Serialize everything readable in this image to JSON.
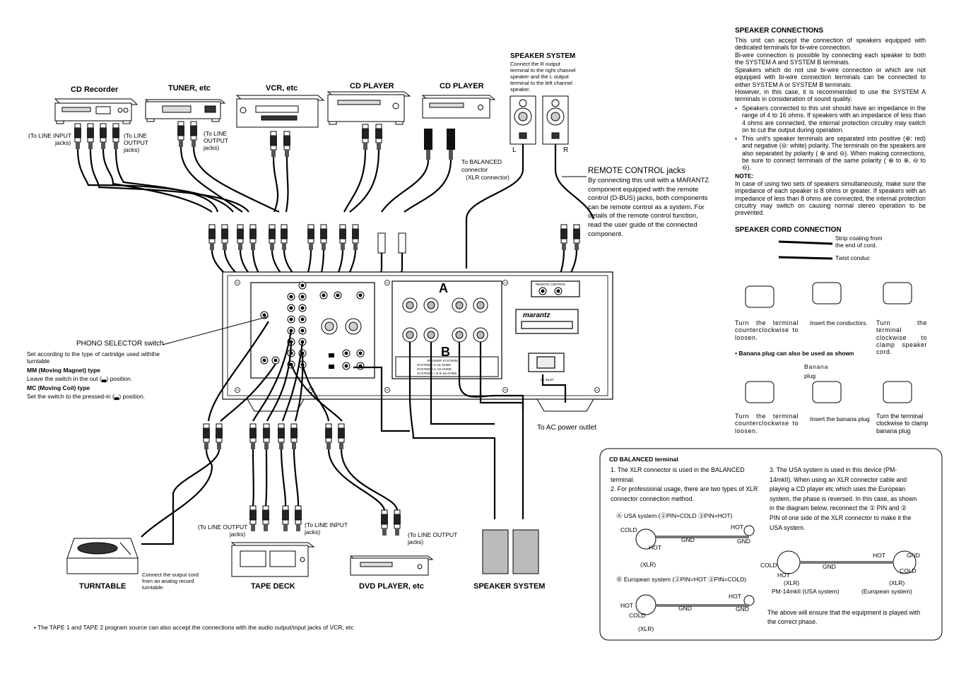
{
  "devices": {
    "cd_recorder": "CD Recorder",
    "tuner": "TUNER, etc",
    "vcr": "VCR, etc",
    "cd_player_1": "CD PLAYER",
    "cd_player_2": "CD PLAYER",
    "speaker_system_top": "SPEAKER SYSTEM",
    "turntable": "TURNTABLE",
    "tape_deck": "TAPE DECK",
    "dvd_player": "DVD PLAYER, etc",
    "speaker_system_bottom": "SPEAKER SYSTEM"
  },
  "notes": {
    "to_line_input_1": "(To LINE INPUT",
    "to_line_input_1b": "jacks)",
    "to_line_output_1": "(To LINE",
    "to_line_output_1b": "OUTPUT",
    "to_line_output_1c": "jacks)",
    "to_line_output_2": "(To LINE",
    "to_line_output_2b": "OUTPUT",
    "to_line_output_2c": "jacks)",
    "balanced_1": "To BALANCED",
    "balanced_2": "connector",
    "balanced_3": "(XLR connector)",
    "spk_note_1": "Connect the R output",
    "spk_note_2": "terminal to the right channel",
    "spk_note_3": "speaker and the L output",
    "spk_note_4": "terminal to the left channel",
    "spk_note_5": "speaker.",
    "spk_L": "L",
    "spk_R": "R",
    "tape_out_1": "(To LINE OUTPUT",
    "tape_out_2": "jacks)",
    "tape_in_1": "(To LINE INPUT",
    "tape_in_2": "jacks)",
    "dvd_out_1": "(To LINE OUTPUT",
    "dvd_out_2": "jacks)",
    "turntable_note_1": "Connect the output cord",
    "turntable_note_2": "from an analog record",
    "turntable_note_3": "turntable.",
    "ac_outlet": "To AC power outlet",
    "footnote": "• The TAPE 1 and TAPE 2 program source can also accept the connections with the audio output/input jacks of VCR, etc"
  },
  "remote": {
    "title": "REMOTE CONTROL jacks",
    "body": "By connecting this unit with a MARANTZ component equipped with the remote control (D-BUS) jacks, both components can be remote control as a system. For details of the remote control function, read the user guide of the connected component."
  },
  "phono": {
    "title": "PHONO SELECTOR switch",
    "desc": "Set according to the type of cartridge used withthe turntable",
    "mm_title": "MM (Moving Magnet) type",
    "mm_desc": "Leave the switch in the out (▃) position.",
    "mc_title": "MC (Moving Coil) type",
    "mc_desc": "Set the switch to the pressed-in (▃) position."
  },
  "amp": {
    "brand": "marantz",
    "speaker_a": "A",
    "speaker_b": "B",
    "remote_label": "REMOTE CONTROL",
    "ac_inlet": "AC INLET",
    "speaker_systems_1": "SPEAKER SYSTEMS",
    "speaker_systems_2": "SYSTEM A        4~16 OHMS",
    "speaker_systems_3": "SYSTEM B        4~16 OHMS",
    "speaker_systems_4": "SYSTEM A + B   8~16 OHMS"
  },
  "speaker_connections": {
    "title": "SPEAKER CONNECTIONS",
    "p1": "This unit can accept the connection of speakers equipped with dedicated terminals for bi-wire connection.",
    "p2": "Bi-wire connection is possible by connecting each speaker to both the SYSTEM A and SYSTEM B terminals.",
    "p3": "Speakers which do not use bi-wire connection or which are not equipped with bi-wire connection terminals can be connected to either SYSTEM A or SYSTEM B terminals.",
    "p4": "However, in this case, it is recommended to use the SYSTEM A terminals in consideration of sound quality.",
    "b1": "Speakers connected to this unit should have an impedance in the range of 4 to 16 ohms. If speakers with an impedance of less than 4 ohms are connected, the internal protection circuitry may switch on to cut the output during operation.",
    "b2": "This unit's speaker terminals are separated into positive (⊕: red) and negative (⊖: white) polarity. The terminals on the speakers are also separated by polarity ( ⊕ and ⊖). When making connections, be sure to connect terminals of the same polarity ( ⊕ to ⊕, ⊖ to ⊖).",
    "note_title": "NOTE:",
    "note": "In case of using two sets of speakers simultaneously, make sure the impedance of each speaker is 8 ohms or greater. If speakers with an impedance of less than 8 ohms are connected, the internal protection circuitry may switch on causing normal stereo operation to be prevented."
  },
  "cord": {
    "title": "SPEAKER CORD CONNECTION",
    "strip_1": "Strip coating from",
    "strip_2": "the end of cord.",
    "twist": "Twist conduc",
    "step1": "Turn the terminal counterclockwise to loosen.",
    "step2": "Insert the conductors.",
    "step3": "Turn the terminal clockwise to clamp speaker cord.",
    "banana_title": "• Banana plug can also be used as shown",
    "banana_label_1": "Banana",
    "banana_label_2": "plug",
    "step4": "Turn the terminal counterclockwise to loosen.",
    "step5": "Insert the banana plug",
    "step6": "Turn the terminal clockwise to clamp banana plug"
  },
  "cd_balanced": {
    "title": "CD BALANCED terminal",
    "i1": "1.  The XLR connector is used in the BALANCED terminal.",
    "i2": "2.  For professional usage, there are two types of XLR connector connection method.",
    "usa": "Ⓐ  USA system (②PIN=COLD ③PIN=HOT)",
    "euro": "Ⓑ  European system (②PIN=HOT ③PIN=COLD)",
    "i3": "3.  The USA system is used in this device (PM-14mkII). When using an XLR connector cable and playing a CD player etc which uses the European system, the phase is reversed. In this case, as shown in the diagram below, reconnect the ① PIN and ② PIN of one side of the XLR connector to make it the USA system.",
    "cold": "COLD",
    "hot": "HOT",
    "gnd": "GND",
    "xlr": "(XLR)",
    "pm14": "PM-14mkII (USA system)",
    "euro_sys": "(European system)",
    "ensure": "The above will ensure that the equipment is played with the correct phase."
  }
}
